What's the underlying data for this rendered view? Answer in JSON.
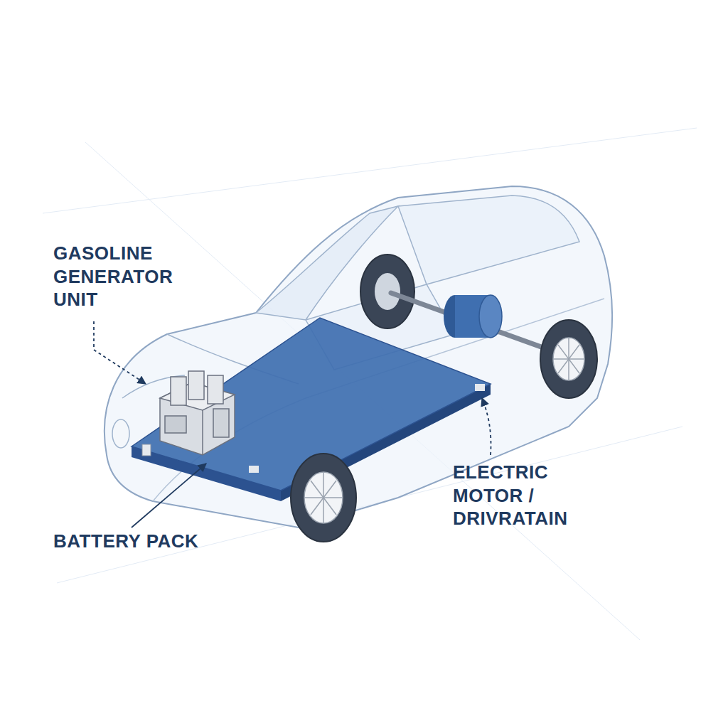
{
  "diagram": {
    "labels": [
      "GASOLINE GENERATOR UNIT",
      "BATTERY PACK",
      "ELECTRIC MOTOR / DRIVRATAIN"
    ]
  }
}
